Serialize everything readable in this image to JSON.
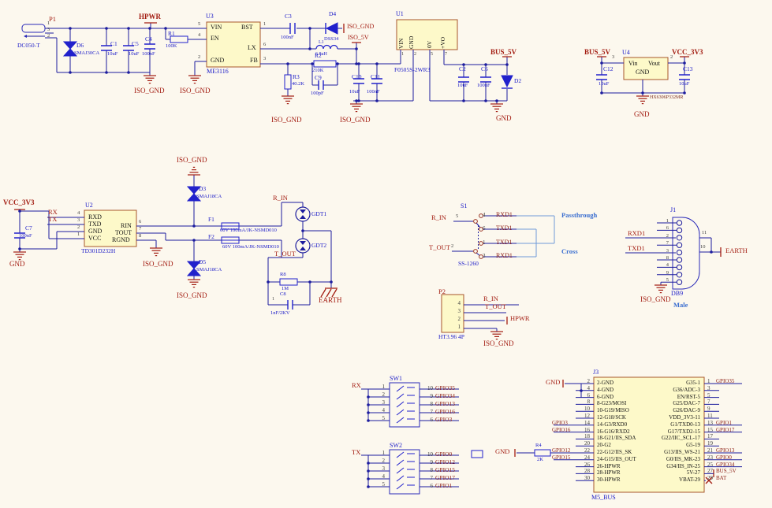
{
  "power_in": {
    "hpwr": "HPWR",
    "p1": "P1",
    "p1_part": "DC050-T",
    "pins": [
      "1",
      "3",
      "2"
    ],
    "d6": "D6",
    "d6_v": "SMAJ30CA",
    "c1": "C1",
    "c1_v": "10uF",
    "c5": "C5",
    "c5_v": "10uF",
    "c4": "C4",
    "c4_v": "100nF",
    "r1": "R1",
    "r1_v": "100K",
    "gnd1": "ISO_GND",
    "gnd2": "ISO_GND"
  },
  "u3": {
    "ref": "U3",
    "part": "ME3116",
    "vin": "VIN",
    "en": "EN",
    "gnd": "GND",
    "bst": "BST",
    "lx": "LX",
    "fb": "FB",
    "n5": "5",
    "n4": "4",
    "n2": "2",
    "n1": "1",
    "n6": "6",
    "n3": "3"
  },
  "buck": {
    "c3": "C3",
    "c3_v": "100nF",
    "d4": "D4",
    "d4_v": "DSS34",
    "iso_gnd": "ISO_GND",
    "iso_5v": "ISO_5V",
    "l1": "L1",
    "l1_v": "6.8uH",
    "r2": "R2",
    "r2_v": "210K",
    "c9": "C9",
    "c9_v": "100pF",
    "r3": "R3",
    "r3_v": "40.2K",
    "gnd_r3": "ISO_GND",
    "c10": "C10",
    "c10_v": "10uF",
    "c11": "C11",
    "c11_v": "100nF",
    "gnd_c": "ISO_GND"
  },
  "u1": {
    "ref": "U1",
    "part": "F0505S-2WR3",
    "vin": "VIN",
    "gnd": "GND",
    "zv": "0V",
    "vo": "+VO",
    "n1": "1",
    "n2": "2",
    "n5": "5",
    "n7": "7"
  },
  "bus5": {
    "net": "BUS_5V",
    "c2": "C2",
    "c2_v": "10uF",
    "c6": "C6",
    "c6_v": "100nF",
    "d2": "D2",
    "gnd": "GND"
  },
  "u4": {
    "ref": "U4",
    "part": "HX6306P332MR",
    "vin": "Vin",
    "vout": "Vout",
    "gnd": "GND",
    "n3": "3",
    "n2": "2",
    "bus": "BUS_5V",
    "vcc": "VCC_3V3",
    "c12": "C12",
    "c12_v": "10uF",
    "c13": "C13",
    "c13_v": "10uF",
    "gnd_net": "GND"
  },
  "u2": {
    "ref": "U2",
    "part": "TD301D232H",
    "vcc_net": "VCC_3V3",
    "c7": "C7",
    "c7_v": "100nF",
    "gnd_net": "GND",
    "rx": "RX",
    "tx": "TX",
    "rxd": "RXD",
    "txd": "TXD",
    "gnd": "GND",
    "vcc": "VCC",
    "rin": "RIN",
    "tout": "TOUT",
    "rgnd": "RGND",
    "n4": "4",
    "n3": "3",
    "n2": "2",
    "n1": "1",
    "n6": "6",
    "n7": "7",
    "n8": "8",
    "iso": "ISO_GND"
  },
  "prot": {
    "gnd_d3": "ISO_GND",
    "d3": "D3",
    "d3_v": "SMAJ18CA",
    "f1": "F1",
    "f1_v": "60V 100mA/JK-NSMD010",
    "f2": "F2",
    "f2_v": "60V 100mA/JK-NSMD010",
    "r_in": "R_IN",
    "t_out": "T_OUT",
    "gdt1": "GDT1",
    "gdt2": "GDT2",
    "d5": "D5",
    "d5_v": "SMAJ18CA",
    "gnd_d5": "ISO_GND",
    "r8": "R8",
    "r8_v": "1M",
    "c8": "C8",
    "c8_n": "1",
    "c8_v": "1nF/2KV",
    "earth": "EARTH"
  },
  "s1": {
    "ref": "S1",
    "part": "SS-1260",
    "r_in": "R_IN",
    "n5": "5",
    "t_out": "T_OUT",
    "n2": "2",
    "rows": [
      {
        "n": "4",
        "net": "RXD1"
      },
      {
        "n": "6",
        "net": "TXD1"
      },
      {
        "n": "1",
        "net": "TXD1"
      },
      {
        "n": "3",
        "net": "RXD1"
      }
    ],
    "pass": "Passthrough",
    "cross": "Cross"
  },
  "j1": {
    "ref": "J1",
    "part": "DB9",
    "gender": "Male",
    "pins": [
      "1",
      "6",
      "2",
      "7",
      "3",
      "8",
      "4",
      "9",
      "5"
    ],
    "rxd1": "RXD1",
    "txd1": "TXD1",
    "n11": "11",
    "n10": "10",
    "earth": "EARTH",
    "iso": "ISO_GND"
  },
  "p2": {
    "ref": "P2",
    "part": "HT3.96 4P",
    "pins": [
      "4",
      "3",
      "2",
      "1"
    ],
    "r_in": "R_IN",
    "t_out": "T_OUT",
    "hpwr": "HPWR",
    "iso": "ISO_GND"
  },
  "sw1": {
    "ref": "SW1",
    "net": "RX",
    "left": [
      "1",
      "2",
      "3",
      "4",
      "5"
    ],
    "right": [
      {
        "n": "10",
        "g": "GPIO35"
      },
      {
        "n": "9",
        "g": "GPIO34"
      },
      {
        "n": "8",
        "g": "GPIO13"
      },
      {
        "n": "7",
        "g": "GPIO16"
      },
      {
        "n": "6",
        "g": "GPIO3"
      }
    ]
  },
  "sw2": {
    "ref": "SW2",
    "net": "TX",
    "left": [
      "1",
      "2",
      "3",
      "4",
      "5"
    ],
    "right": [
      {
        "n": "10",
        "g": "GPIO0"
      },
      {
        "n": "9",
        "g": "GPIO12"
      },
      {
        "n": "8",
        "g": "GPIO15"
      },
      {
        "n": "7",
        "g": "GPIO17"
      },
      {
        "n": "6",
        "g": "GPIO1"
      }
    ]
  },
  "j3": {
    "ref": "J3",
    "part": "M5_BUS",
    "gnd": "GND",
    "r4": "R4",
    "r4_v": "2K",
    "r4_gnd": "GND",
    "left_pins": [
      "2",
      "4",
      "6",
      "8",
      "10",
      "12",
      "14",
      "16",
      "18",
      "20",
      "22",
      "24",
      "26",
      "28",
      "30"
    ],
    "left_labels": [
      "2-GND",
      "4-GND",
      "6-GND",
      "8-G23/MOSI",
      "10-G19/MISO",
      "12-G18/SCK",
      "14-G3/RXD0",
      "16-G16/RXD2",
      "18-G21/IIS_SDA",
      "20-G2",
      "22-G12/IIS_SK",
      "24-G15/IIS_OUT",
      "26-HPWR",
      "28-HPWR",
      "30-HPWR"
    ],
    "right_labels": [
      "G35-1",
      "G36/ADC-3",
      "EN/RST-5",
      "G25/DAC-7",
      "G26/DAC-9",
      "VDD_3V3-11",
      "G1/TXD0-13",
      "G17/TXD2-15",
      "G22/IIC_SCL-17",
      "G5-19",
      "G13/IIS_WS-21",
      "G0/IIS_MK-23",
      "G34/IIS_IN-25",
      "5V-27",
      "VBAT-29"
    ],
    "right_pins": [
      "1",
      "3",
      "5",
      "7",
      "9",
      "11",
      "13",
      "15",
      "17",
      "19",
      "21",
      "23",
      "25",
      "27",
      "29"
    ],
    "left_nets": [
      "",
      "",
      "",
      "",
      "",
      "",
      "GPIO3",
      "GPIO16",
      "",
      "",
      "GPIO12",
      "GPIO15",
      "",
      "",
      ""
    ],
    "right_nets": [
      "GPIO35",
      "",
      "",
      "",
      "",
      "",
      "GPIO1",
      "GPIO17",
      "",
      "",
      "GPIO13",
      "GPIO0",
      "GPIO34",
      "BUS_5V",
      "BAT"
    ]
  }
}
